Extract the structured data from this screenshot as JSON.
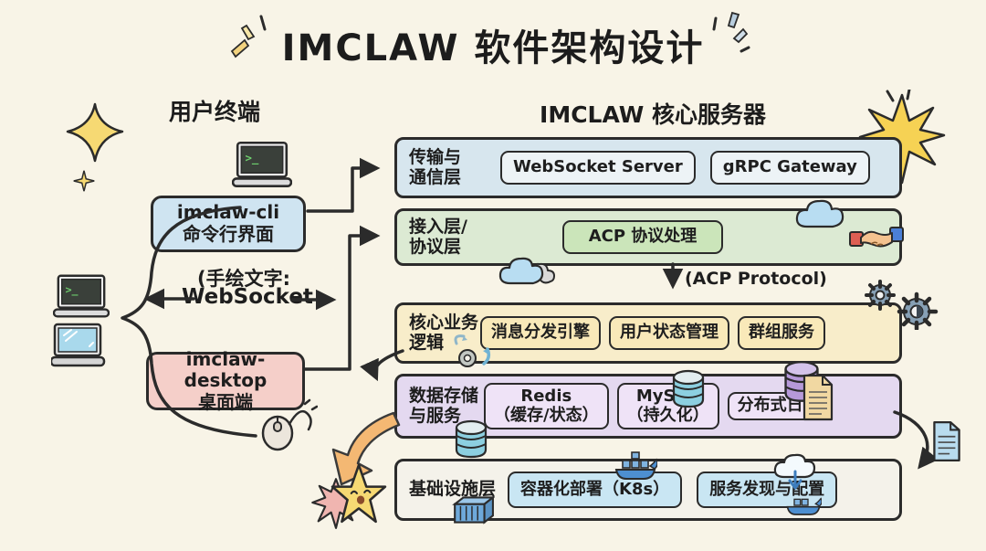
{
  "title": "IMCLAW 软件架构设计",
  "client": {
    "heading": "用户终端",
    "cli_box": {
      "line1": "imclaw-cli",
      "line2": "命令行界面"
    },
    "desktop_box": {
      "line1": "imclaw-desktop",
      "line2": "桌面端"
    },
    "link_note": {
      "line1": "(手绘文字:",
      "line2": "WebSocket"
    }
  },
  "server": {
    "heading": "IMCLAW 核心服务器",
    "acp_flow_label": "(ACP Protocol)",
    "layers": [
      {
        "label": "传输与\n通信层",
        "items": [
          "WebSocket Server",
          "gRPC Gateway"
        ]
      },
      {
        "label": "接入层/\n协议层",
        "items": [
          "ACP 协议处理"
        ]
      },
      {
        "label": "核心业务\n逻辑",
        "items": [
          "消息分发引擎",
          "用户状态管理",
          "群组服务"
        ]
      },
      {
        "label": "数据存储\n与服务",
        "items": [
          "Redis\n（缓存/状态）",
          "MySQL\n（持久化）",
          "分布式日志"
        ]
      },
      {
        "label": "基础设施层",
        "items": [
          "容器化部署（K8s）",
          "服务发现与配置"
        ]
      }
    ]
  },
  "icons": {
    "terminal_prompt": ">_"
  },
  "decorations": [
    "star-doodle",
    "sparkle-doodle",
    "starburst-doodle",
    "cloud-doodle",
    "handshake-doodle",
    "gears-doodle",
    "recycle-gear-doodle",
    "database-doodle",
    "document-doodle",
    "docker-whale-doodle",
    "container-doodle",
    "cloud-download-doodle",
    "mouse-doodle",
    "terminal-laptop-doodle",
    "screen-laptop-doodle",
    "face-star-doodle"
  ],
  "palette": {
    "background": "#f8f4e7",
    "ink": "#2b2b2b",
    "layer_transport": "#d7e6ee",
    "layer_protocol": "#dcead3",
    "layer_business": "#f8edca",
    "layer_storage": "#e4d9f0",
    "layer_infra": "#f4f2ea",
    "item_infra": "#c9e6f3",
    "cli_box": "#cfe4f1",
    "desktop_box": "#f5cfc9",
    "accent_yellow": "#f6d973",
    "accent_orange": "#f4b873",
    "accent_blue": "#4d8fd1"
  }
}
